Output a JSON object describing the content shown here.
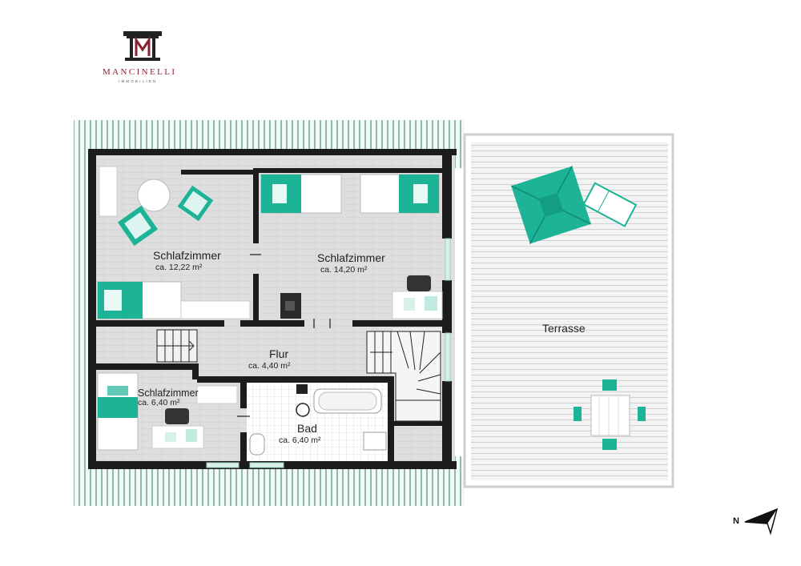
{
  "brand": {
    "name": "MANCINELLI",
    "subtitle": "IMMOBILIEN"
  },
  "rooms": {
    "schlafzimmer_1": {
      "name": "Schlafzimmer",
      "area": "ca. 12,22 m²"
    },
    "schlafzimmer_2": {
      "name": "Schlafzimmer",
      "area": "ca. 14,20 m²"
    },
    "schlafzimmer_3": {
      "name": "Schlafzimmer",
      "area": "ca. 6,40 m²"
    },
    "flur": {
      "name": "Flur",
      "area": "ca. 4,40 m²"
    },
    "bad": {
      "name": "Bad",
      "area": "ca. 6,40 m²"
    },
    "terrasse": {
      "name": "Terrasse"
    }
  },
  "compass": {
    "label": "N"
  },
  "colors": {
    "wall": "#1c1c1c",
    "floor": "#dcdcdc",
    "accent": "#1db397",
    "brand": "#8a2231",
    "deck": "#f2f2f2"
  }
}
